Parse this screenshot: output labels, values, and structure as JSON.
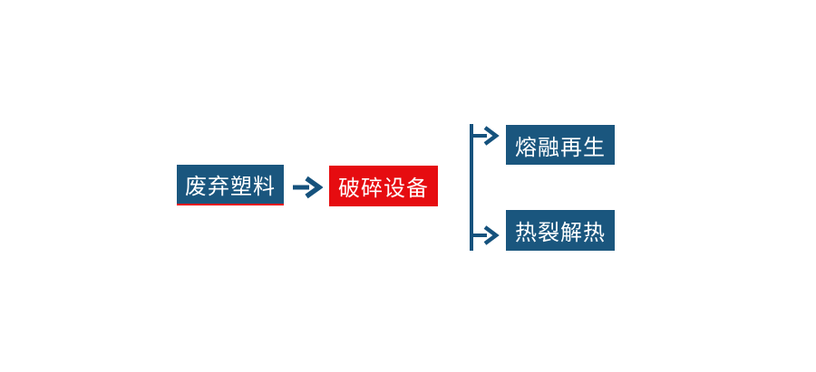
{
  "diagram": {
    "type": "flowchart",
    "direction": "left-to-right",
    "flow": {
      "source": {
        "label": "废弃塑料",
        "shape": "rect",
        "fill": "blue",
        "underline": "red"
      },
      "process": {
        "label": "破碎设备",
        "shape": "rect",
        "fill": "red"
      },
      "outputs": [
        {
          "label": "熔融再生",
          "shape": "rect",
          "fill": "blue"
        },
        {
          "label": "热裂解热",
          "shape": "rect",
          "fill": "blue"
        }
      ]
    },
    "edges": [
      {
        "from": "废弃塑料",
        "to": "破碎设备",
        "style": "arrow"
      },
      {
        "from": "破碎设备",
        "to": "熔融再生",
        "style": "branch-arrow"
      },
      {
        "from": "破碎设备",
        "to": "热裂解热",
        "style": "branch-arrow"
      }
    ]
  },
  "colors": {
    "node_blue": "#1a567e",
    "node_red": "#e60c10",
    "arrow_blue": "#15527d",
    "text_white": "#ffffff",
    "canvas_bg": "#ffffff"
  }
}
